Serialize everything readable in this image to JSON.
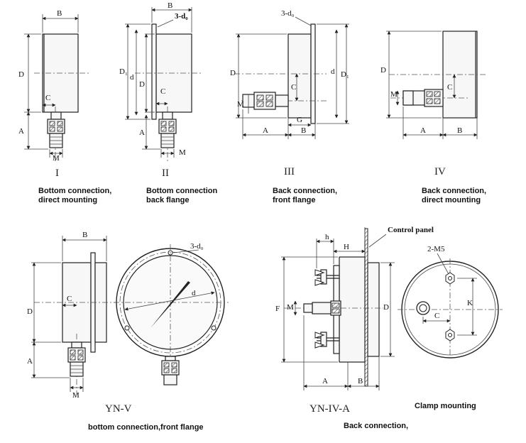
{
  "figures": [
    {
      "id": "I",
      "numeral": "I",
      "caption_lines": [
        "Bottom connection,",
        "direct mounting"
      ]
    },
    {
      "id": "II",
      "numeral": "II",
      "caption_lines": [
        "Bottom connection",
        "back flange"
      ]
    },
    {
      "id": "III",
      "numeral": "III",
      "caption_lines": [
        "Back connection,",
        "front flange"
      ]
    },
    {
      "id": "IV",
      "numeral": "IV",
      "caption_lines": [
        "Back connection,",
        "direct mounting"
      ]
    },
    {
      "id": "YN-V",
      "numeral": "YN-V",
      "caption_lines": [
        "bottom connection,front flange"
      ]
    },
    {
      "id": "YN-IV-A",
      "numeral": "YN-IV-A",
      "caption_lines": [
        "Back connection,"
      ],
      "extra_caption": "Clamp mounting",
      "panel_label": "Control panel",
      "screw_label": "2-M5"
    }
  ],
  "dims": {
    "B": "B",
    "D": "D",
    "A": "A",
    "C": "C",
    "M": "M",
    "d": "d",
    "D1": "D₁",
    "G": "G",
    "F": "F",
    "H": "H",
    "h": "h",
    "K": "K",
    "hole3": "3-d₀"
  }
}
